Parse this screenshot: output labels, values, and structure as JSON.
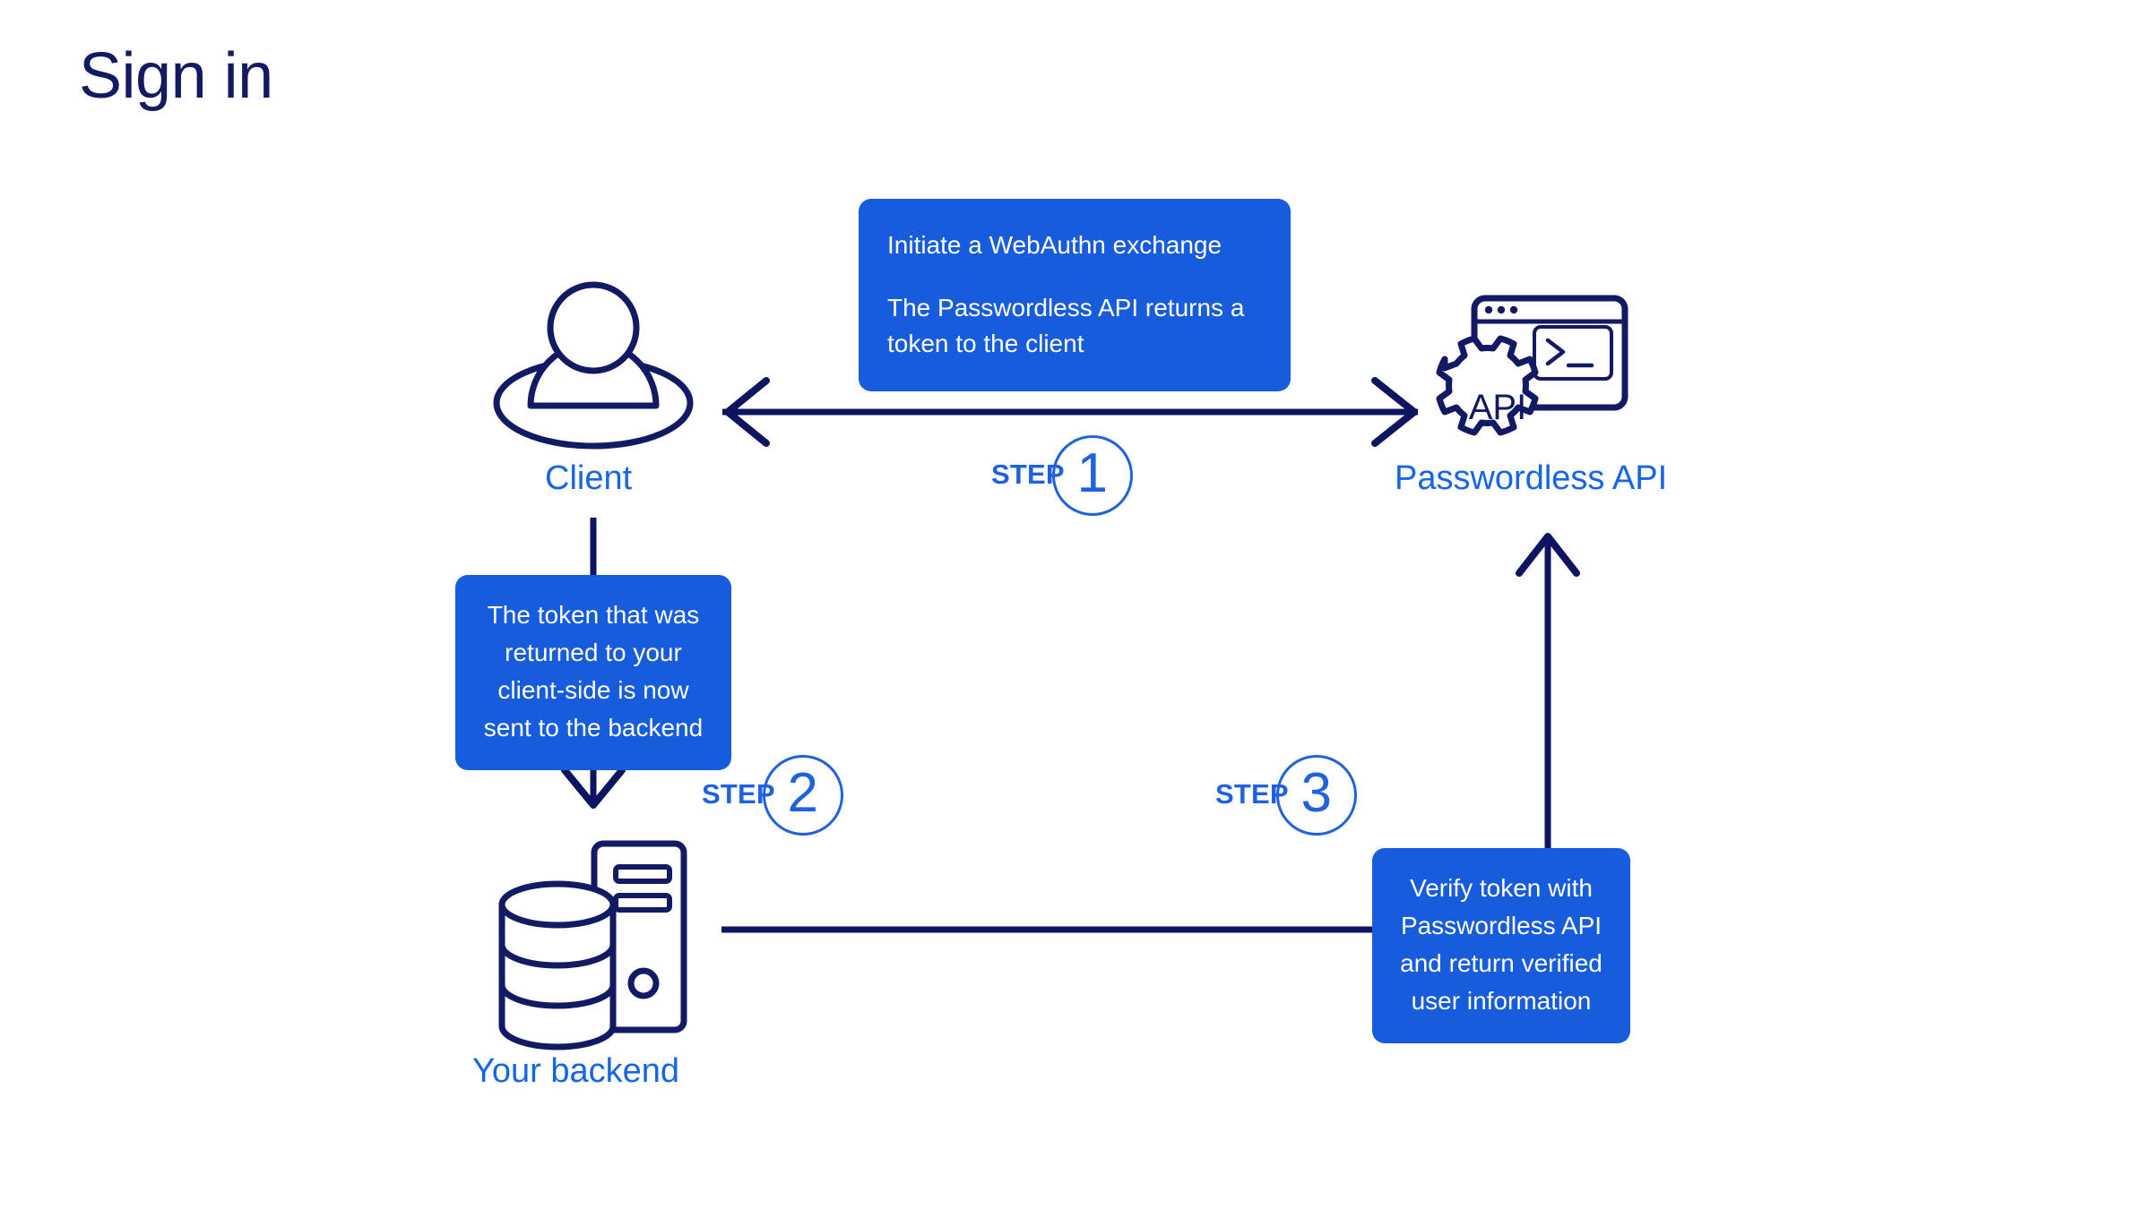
{
  "page": {
    "title": "Sign in",
    "background_color": "#ffffff"
  },
  "colors": {
    "brand_blue": "#175cdc",
    "label_blue": "#1565e8",
    "step_blue": "#1f62e0",
    "navy": "#111a63",
    "line_navy": "#0d1560",
    "callout_text": "#ffffff"
  },
  "nodes": [
    {
      "id": "client",
      "label": "Client",
      "icon": "user-avatar-icon"
    },
    {
      "id": "passwordless-api",
      "label": "Passwordless API",
      "icon": "api-terminal-gear-icon",
      "icon_text": "API"
    },
    {
      "id": "backend",
      "label": "Your backend",
      "icon": "server-database-icon"
    }
  ],
  "callouts": {
    "webauthn": {
      "line1": "Initiate a WebAuthn exchange",
      "line2": "The Passwordless API returns a token to the client"
    },
    "token": {
      "text": "The token that was returned to your client-side is now sent to the backend"
    },
    "verify": {
      "text": "Verify token with Passwordless API and return verified user information"
    }
  },
  "steps": [
    {
      "word": "STEP",
      "number": "1"
    },
    {
      "word": "STEP",
      "number": "2"
    },
    {
      "word": "STEP",
      "number": "3"
    }
  ],
  "connectors": [
    {
      "id": "client-api",
      "from": "client",
      "to": "passwordless-api",
      "direction": "bidirectional"
    },
    {
      "id": "client-backend",
      "from": "client",
      "to": "backend",
      "direction": "down"
    },
    {
      "id": "backend-verify",
      "from": "backend",
      "to": "verify-callout",
      "direction": "none"
    },
    {
      "id": "verify-api",
      "from": "verify-callout",
      "to": "passwordless-api",
      "direction": "up"
    }
  ]
}
